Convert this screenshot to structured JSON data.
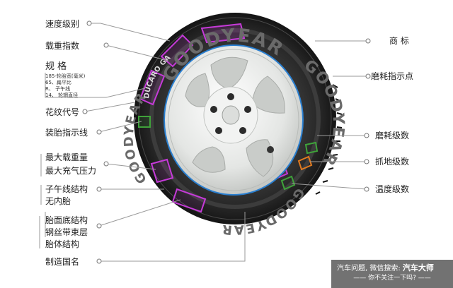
{
  "left_labels": {
    "speed_rating": "速度级别",
    "load_index": "载重指数",
    "size": "规 格",
    "size_width": "185-轮胎宽(毫米)",
    "size_ratio": "65、扁平比",
    "size_radial": "R、 子午线",
    "size_rim": "14、 轮辋直径",
    "tread_pattern_code": "花纹代号",
    "mounting_line": "装胎指示线",
    "max_load": "最大载重量",
    "max_pressure": "最大充气压力",
    "radial_construction": "子午线结构",
    "tubeless": "无内胎",
    "tread_base": "胎面底结构",
    "steel_belt": "钢丝带束层",
    "carcass": "胎体结构",
    "country": "制造国名"
  },
  "right_labels": {
    "trademark": "商 标",
    "wear_indicator": "磨耗指示点",
    "treadwear_grade": "磨耗级数",
    "traction_grade": "抓地级数",
    "temperature_grade": "温度级数"
  },
  "tire_text": {
    "brand_top": "GOODYEAR",
    "brand_right": "GOODYEAR",
    "brand_left": "GOODYEAR",
    "brand_bottom": "GOODYEAR",
    "model": "DUCARO GA"
  },
  "watermark": {
    "line1_prefix": "汽车问题, 微信搜索: ",
    "line1_name": "汽车大师",
    "line2": "—— 你不关注一下吗? ——"
  },
  "colors": {
    "label_text": "#222222",
    "leader_line": "#9a9a9a",
    "highlight_purple": "#c63ad9",
    "highlight_green": "#3fa23a",
    "rim_blue": "#2a7fd0"
  }
}
